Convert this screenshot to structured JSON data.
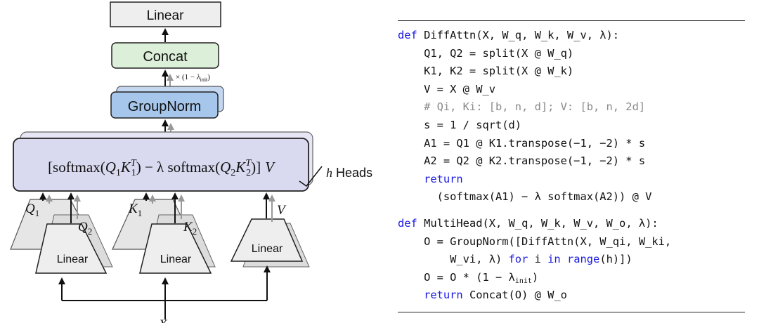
{
  "diagram": {
    "linear_top": "Linear",
    "concat": "Concat",
    "groupnorm": "GroupNorm",
    "scale_prefix": "× (1 − ",
    "scale_lambda": "λ",
    "scale_sub": "init",
    "scale_suffix": ")",
    "heads_h": "h",
    "heads_label": "Heads",
    "attn_formula": {
      "open": "[softmax(",
      "q1": "Q",
      "q1_sub": "1",
      "k1": "K",
      "k1_sub": "1",
      "k1_sup": "T",
      "mid": ") − λ softmax(",
      "q2": "Q",
      "q2_sub": "2",
      "k2": "K",
      "k2_sub": "2",
      "k2_sup": "T",
      "close": ")]",
      "v": "V"
    },
    "linear_q": "Linear",
    "linear_k": "Linear",
    "linear_v": "Linear",
    "label_q1": "Q",
    "label_q1_sub": "1",
    "label_q2": "Q",
    "label_q2_sub": "2",
    "label_k1": "K",
    "label_k1_sub": "1",
    "label_k2": "K",
    "label_k2_sub": "2",
    "label_v": "V",
    "label_x": "X",
    "colors": {
      "linear_fill": "#eeeeee",
      "concat_fill": "#dcefd8",
      "groupnorm_fill": "#a7c6ec",
      "attn_fill": "#d9d9f0",
      "keyword": "#1a1ae0",
      "comment": "#8a8a8a"
    }
  },
  "code": {
    "diffattn": {
      "def_kw": "def",
      "signature": " DiffAttn(X, W_q, W_k, W_v, λ):",
      "l1": "    Q1, Q2 = split(X @ W_q)",
      "l2": "    K1, K2 = split(X @ W_k)",
      "l3": "    V = X @ W_v",
      "l4_comment": "    # Qi, Ki: [b, n, d]; V: [b, n, 2d]",
      "l5": "    s = 1 / sqrt(d)",
      "l6": "    A1 = Q1 @ K1.transpose(−1, −2) * s",
      "l7": "    A2 = Q2 @ K2.transpose(−1, −2) * s",
      "l8_kw": "    return",
      "l9": "      (softmax(A1) − λ softmax(A2)) @ V"
    },
    "multihead": {
      "def_kw": "def",
      "signature": " MultiHead(X, W_q, W_k, W_v, W_o, λ):",
      "l1": "    O = GroupNorm([DiffAttn(X, W_qi, W_ki,",
      "l2_pre": "        W_vi, λ) ",
      "l2_for": "for",
      "l2_mid": " i ",
      "l2_in": "in",
      "l2_sp": " ",
      "l2_range": "range",
      "l2_post": "(h)])",
      "l3_pre": "    O = O * (1 − λ",
      "l3_sub": "init",
      "l3_post": ")",
      "l4_kw": "    return",
      "l4_rest": " Concat(O) @ W_o"
    }
  }
}
